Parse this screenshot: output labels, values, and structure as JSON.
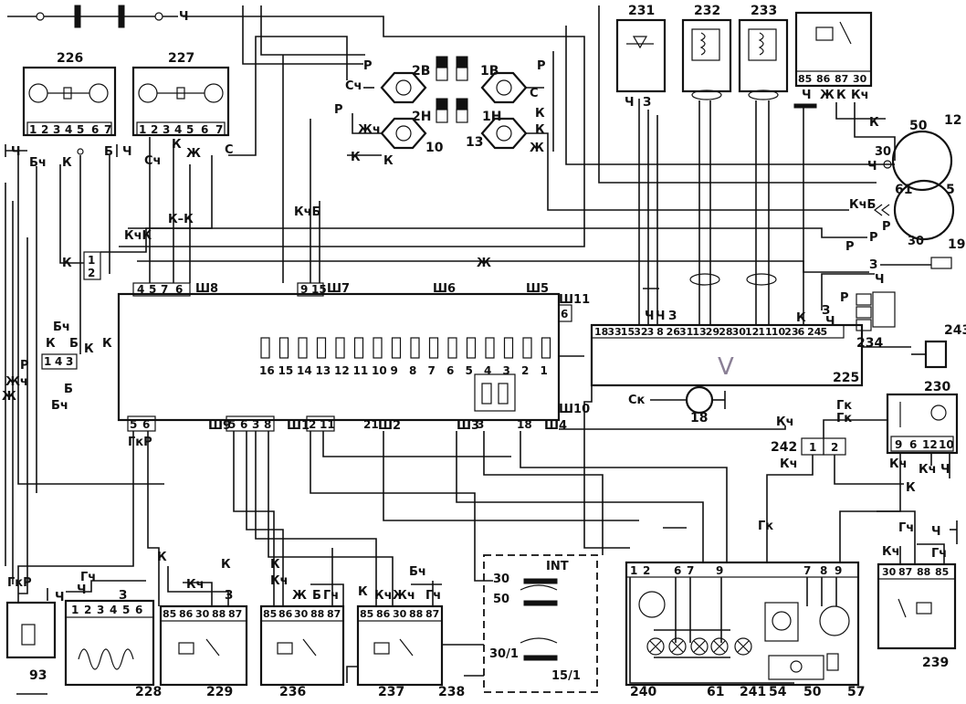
{
  "components": {
    "c226": "226",
    "c227": "227",
    "c231": "231",
    "c232": "232",
    "c233": "233",
    "c12": "12",
    "c5": "5",
    "c19": "19",
    "c243": "243",
    "c230": "230",
    "c225": "225",
    "c234": "234",
    "c18": "18",
    "c242": "242",
    "c93": "93",
    "c228": "228",
    "c229": "229",
    "c236": "236",
    "c237": "237",
    "c238": "238",
    "c239": "239",
    "c240": "240",
    "c61": "61",
    "c241": "241",
    "c54": "54",
    "c50": "50",
    "c57": "57",
    "c50b": "50",
    "c61b": "61",
    "c2B": "2В",
    "c1B": "1В",
    "c2H": "2Н",
    "c1H": "1Н",
    "c10": "10",
    "c13": "13"
  },
  "fuse_block": {
    "fuse_numbers": [
      "16",
      "15",
      "14",
      "13",
      "12",
      "11",
      "10",
      "9",
      "8",
      "7",
      "6",
      "5",
      "4",
      "3",
      "2",
      "1"
    ],
    "connectors": {
      "sh1": "Ш1",
      "sh2": "Ш2",
      "sh3": "Ш3",
      "sh4": "Ш4",
      "sh5": "Ш5",
      "sh6": "Ш6",
      "sh7": "Ш7",
      "sh8": "Ш8",
      "sh9": "Ш9",
      "sh10": "Ш10",
      "sh11": "Ш11"
    },
    "top_pins": [
      "4",
      "5",
      "7",
      "6"
    ],
    "top_pins_b": [
      "9",
      "15"
    ],
    "bottom_pins_a": [
      "5",
      "6"
    ],
    "bottom_pins_b": [
      "5",
      "6",
      "3",
      "8"
    ],
    "bottom_pins_c": [
      "2",
      "11"
    ],
    "bottom_pins_d": "21",
    "bottom_pins_e": "3",
    "bottom_pins_f": "18",
    "side_pin": "6"
  },
  "pin_rows": {
    "r226": [
      "1",
      "2",
      "3",
      "4",
      "5",
      "6",
      "7"
    ],
    "r227": [
      "1",
      "2",
      "3",
      "4",
      "5",
      "6",
      "7"
    ],
    "r12": [
      "85",
      "86",
      "87",
      "30"
    ],
    "r225": [
      "18",
      "33",
      "15",
      "32",
      "3",
      "8",
      "26",
      "31",
      "13",
      "29",
      "28",
      "30",
      "12",
      "11",
      "10",
      "23",
      "6",
      "24",
      "5"
    ],
    "r230": [
      "9",
      "6",
      "12",
      "10"
    ],
    "r242": [
      "1",
      "2"
    ],
    "r228": [
      "1",
      "2",
      "3",
      "4",
      "5",
      "6"
    ],
    "relay": [
      "85",
      "86",
      "30",
      "88",
      "87"
    ],
    "r239": [
      "30",
      "87",
      "88",
      "85"
    ],
    "r240a": [
      "1",
      "2",
      "6",
      "7",
      "9"
    ],
    "r240b": [
      "7",
      "8",
      "9"
    ],
    "r12b": [
      "1",
      "4",
      "3"
    ],
    "r12c": [
      "1",
      "2"
    ]
  },
  "wire_labels": {
    "ch": "Ч",
    "k": "К",
    "z": "З",
    "r": "Р",
    "s": "С",
    "b": "Б",
    "zh": "Ж",
    "sch": "Сч",
    "bch": "Бч",
    "gch": "Гч",
    "kch": "Кч",
    "zhch": "Жч",
    "gk": "Гк",
    "kchb": "КчБ",
    "kck": "КчК",
    "kk": "К–К",
    "sk": "Ск",
    "gkr": "ГкР",
    "n30": "30",
    "n50": "50",
    "n30_1": "30/1",
    "n15_1": "15/1",
    "int": "INT",
    "gk2": "Гк"
  },
  "handwritten_mark": "V"
}
